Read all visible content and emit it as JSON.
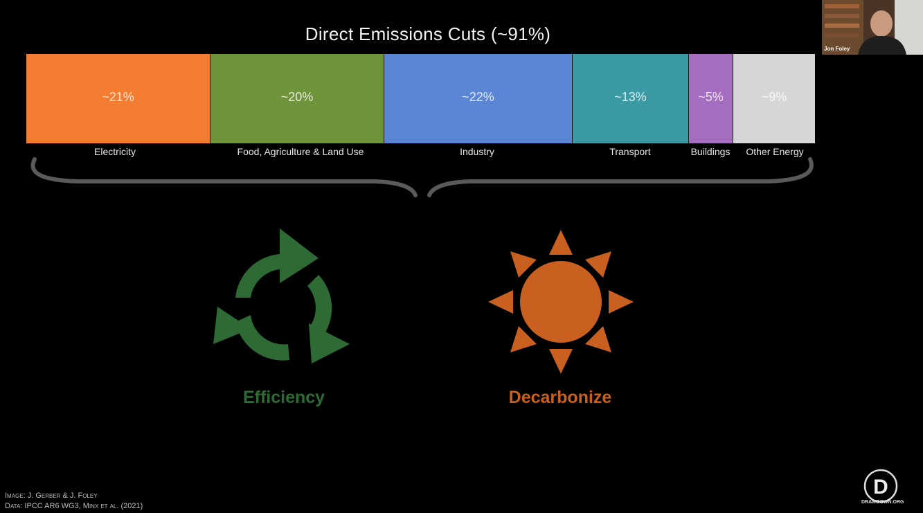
{
  "slide": {
    "title": "Direct Emissions Cuts (~91%)",
    "segments": [
      {
        "label": "Electricity",
        "pct": "~21%",
        "color": "#f47c30"
      },
      {
        "label": "Food, Agriculture & Land Use",
        "pct": "~20%",
        "color": "#70943c"
      },
      {
        "label": "Industry",
        "pct": "~22%",
        "color": "#5b86d4"
      },
      {
        "label": "Transport",
        "pct": "~13%",
        "color": "#3c9aa4"
      },
      {
        "label": "Buildings",
        "pct": "~5%",
        "color": "#a56dbf"
      },
      {
        "label": "Other Energy",
        "pct": "~9%",
        "color": "#d6d6d6"
      }
    ],
    "efficiency": {
      "label": "Efficiency",
      "color": "#2e6b34",
      "icon": "recycle-arrows-icon"
    },
    "decarbonize": {
      "label": "Decarbonize",
      "color": "#c9601f",
      "icon": "sun-icon"
    },
    "credits": {
      "image": "Image: J. Gerber & J. Foley",
      "data": "Data: IPCC AR6 WG3, Minx et al. (2021)"
    }
  },
  "webcam": {
    "name": "Jon Foley"
  },
  "logo": {
    "letter": "D",
    "text": "DRAWDOWN.ORG"
  }
}
